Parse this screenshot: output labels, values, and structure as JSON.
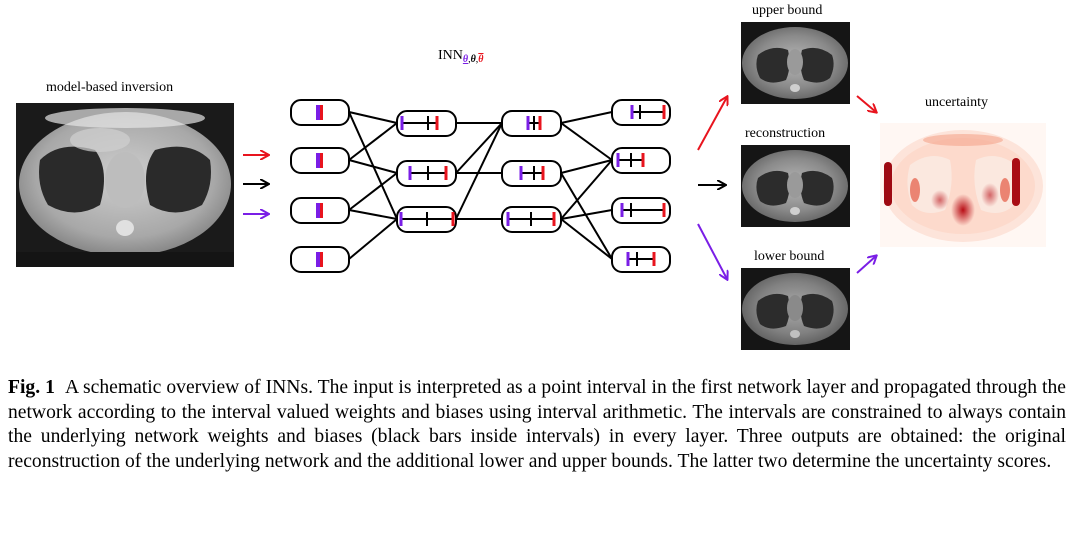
{
  "labels": {
    "model_based_inversion": "model-based inversion",
    "inn_base": "INN",
    "inn_sub_lower": "θ",
    "inn_sub_sep1": ",",
    "inn_sub_mid": "θ",
    "inn_sub_sep2": ",",
    "inn_sub_upper": "θ",
    "upper_bound": "upper bound",
    "reconstruction": "reconstruction",
    "lower_bound": "lower bound",
    "uncertainty": "uncertainty"
  },
  "caption": {
    "fig_label": "Fig. 1",
    "text": "A schematic overview of INNs. The input is interpreted as a point interval in the first network layer and propagated through the network according to the interval valued weights and biases using interval arithmetic. The intervals are constrained to always contain the underlying network weights and biases (black bars inside intervals) in every layer. Three outputs are obtained: the original reconstruction of the underlying network and the additional lower and upper bounds. The latter two determine the uncertainty scores."
  },
  "colors": {
    "upper": "#e8141e",
    "lower": "#7a1ee6",
    "neutral": "#000000",
    "heatmap_base": "#fdf0ea",
    "heatmap_strong": "#c0141a"
  },
  "network": {
    "layers": 4,
    "nodes_per_layer": [
      4,
      3,
      3,
      4
    ]
  }
}
